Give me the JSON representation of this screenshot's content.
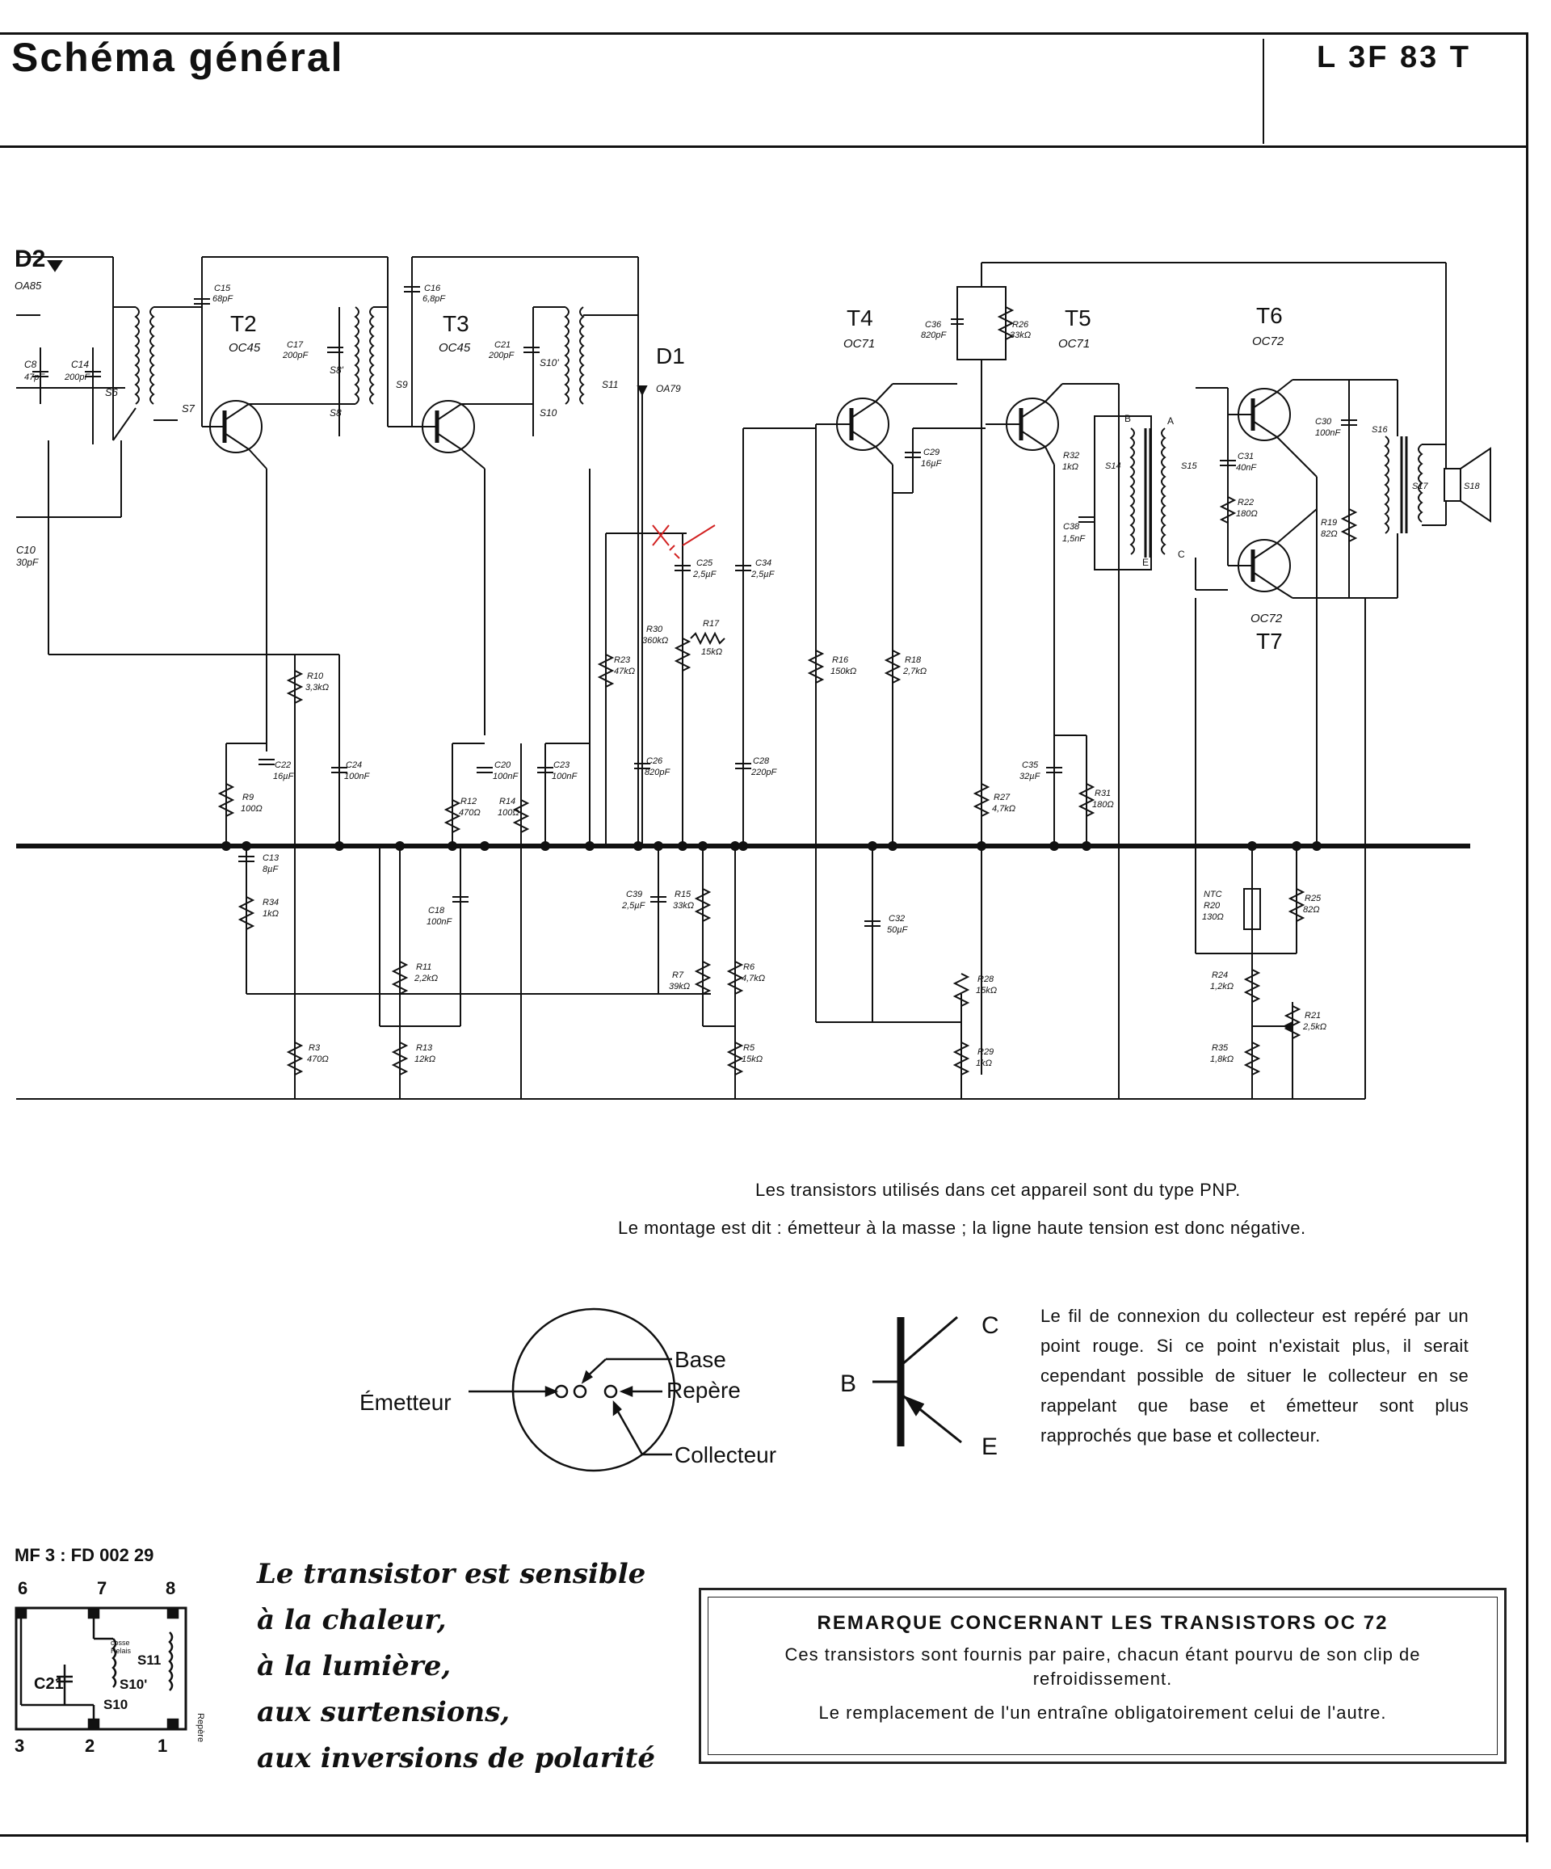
{
  "header": {
    "title": "Schéma général",
    "model": "L 3F 83 T"
  },
  "transistors": [
    {
      "ref": "T2",
      "type": "OC45"
    },
    {
      "ref": "T3",
      "type": "OC45"
    },
    {
      "ref": "T4",
      "type": "OC71"
    },
    {
      "ref": "T5",
      "type": "OC71"
    },
    {
      "ref": "T6",
      "type": "OC72"
    },
    {
      "ref": "T7",
      "type": "OC72"
    }
  ],
  "diodes": [
    {
      "ref": "D2",
      "type": "OA85"
    },
    {
      "ref": "D1",
      "type": "OA79"
    }
  ],
  "components": {
    "C8": "47pF",
    "C14": "200pF",
    "C10": "30pF",
    "C15": "68pF",
    "C17": "200pF",
    "C16": "6,8pF",
    "C21": "200pF",
    "C36": "820pF",
    "C29": "16µF",
    "C31": "40nF",
    "C30": "100nF",
    "C38": "1,5nF",
    "C25": "2,5µF",
    "C34": "2,5µF",
    "R26": "33kΩ",
    "R32": "1kΩ",
    "R22": "180Ω",
    "R19": "82Ω",
    "R30": "360kΩ",
    "R17": "15kΩ",
    "R10": "3,3kΩ",
    "C22": "16µF",
    "C24": "100nF",
    "R9": "100Ω",
    "C20": "100nF",
    "C23": "100nF",
    "R12": "470Ω",
    "R14": "100Ω",
    "R23": "47kΩ",
    "C26": "820pF",
    "C28": "220pF",
    "R16": "150kΩ",
    "R18": "2,7kΩ",
    "C35": "32µF",
    "R27": "4,7kΩ",
    "R31": "180Ω",
    "C13": "8µF",
    "R34": "1kΩ",
    "C18": "100nF",
    "C39": "2,5µF",
    "R15": "33kΩ",
    "C32": "50µF",
    "R20": "130Ω",
    "R25": "82Ω",
    "R11": "2,2kΩ",
    "R7": "39kΩ",
    "R6": "4,7kΩ",
    "R28": "15kΩ",
    "R24": "1,2kΩ",
    "R21": "2,5kΩ",
    "R3": "470Ω",
    "R13": "12kΩ",
    "R5": "15kΩ",
    "R29": "1kΩ",
    "R35": "1,8kΩ"
  },
  "notes": {
    "line1": "Les transistors utilisés dans cet appareil sont du type PNP.",
    "line2": "Le montage est dit : émetteur à la masse ; la ligne haute tension est donc négative."
  },
  "pinout": {
    "base": "Base",
    "repere": "Repère",
    "emetteur": "Émetteur",
    "collecteur": "Collecteur"
  },
  "symbol": {
    "c": "C",
    "b": "B",
    "e": "E"
  },
  "collector_note": "Le fil de connexion du collecteur est repéré par un point rouge. Si ce point n'existait plus, il serait cependant possible de situer le collecteur en se rappelant que base et émetteur sont plus rapprochés que base et collecteur.",
  "mf3": {
    "title": "MF 3 : FD 002 29",
    "pins_top": [
      "6",
      "7",
      "8"
    ],
    "pins_bottom": [
      "3",
      "2",
      "1"
    ],
    "labels": {
      "c21": "C21",
      "s10p": "S10'",
      "s10": "S10",
      "s11": "S11",
      "cosse": "cosse",
      "relais": "Relais",
      "repere": "Repère"
    }
  },
  "sensible": [
    "Le transistor est sensible",
    "à la chaleur,",
    "à la lumière,",
    "aux surtensions,",
    "aux inversions de polarité"
  ],
  "remark": {
    "title": "REMARQUE CONCERNANT LES TRANSISTORS OC 72",
    "body": "Ces transistors sont fournis par paire, chacun étant pourvu de son clip de refroidissement.",
    "body2": "Le remplacement de l'un entraîne obligatoirement celui de l'autre."
  },
  "colors": {
    "ink": "#111111",
    "red_mark": "#d22222"
  }
}
